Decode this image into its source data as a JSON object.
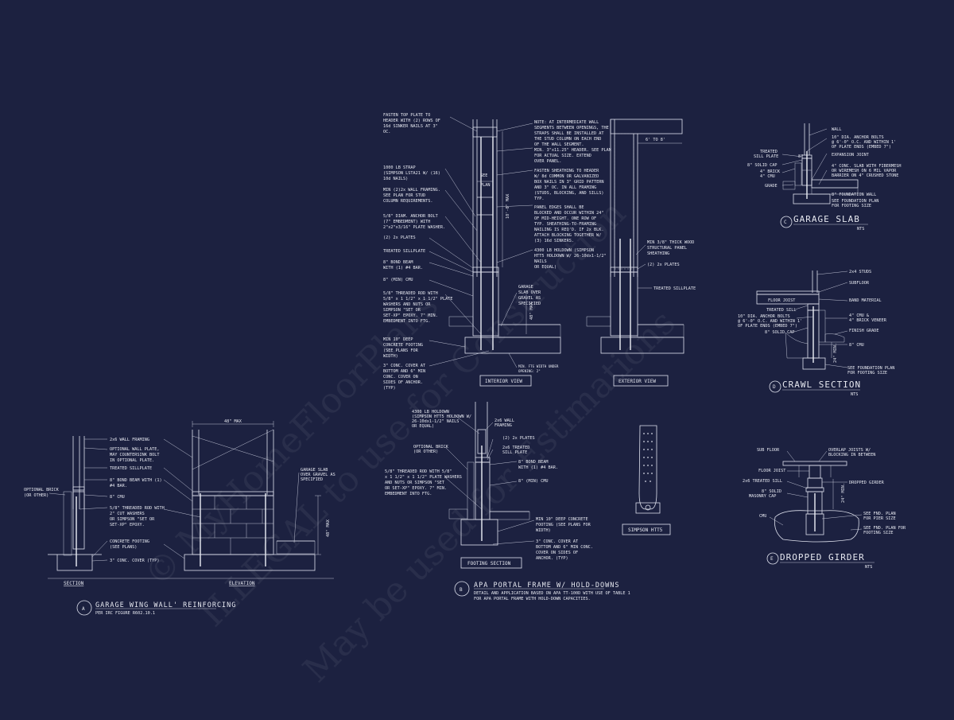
{
  "watermark": {
    "line1": "© MyHomeFloorPlans",
    "line2": "ILLEGAL to use for Construction",
    "line3": "May be used for Estimations"
  },
  "detail_a": {
    "marker": "A",
    "title": "GARAGE WING WALL' REINFORCING",
    "subtitle": "PER IRC FIGURE R602.10.1",
    "section_label": "SECTION",
    "elevation_label": "ELEVATION",
    "dim_top": "48\" MAX",
    "dim_side": "48\" MAX",
    "notes_left": [
      "OPTIONAL BRICK",
      "(OR OTHER)"
    ],
    "notes": [
      "2x6 WALL FRAMING",
      "OPTIONAL WALL PLATE,",
      "MAY COUNTERSINK BOLT",
      "IN OPTIONAL PLATE.",
      "TREATED SILLPLATE",
      "8\" BOND BEAM WITH (1)",
      "#4 BAR.",
      "8\" CMU",
      "5/8\" THREADED ROD WITH",
      "2\" CUT WASHERS",
      "OR SIMPSON \"SET OR",
      "SET-XP\" EPOXY.",
      "CONCRETE FOOTING",
      "(SEE PLANS)",
      "3\" CONC. COVER (TYP)"
    ],
    "notes_right": [
      "GARAGE SLAB",
      "OVER GRAVEL AS",
      "SPECIFIED"
    ]
  },
  "detail_b": {
    "marker": "B",
    "title": "APA PORTAL FRAME W/ HOLD-DOWNS",
    "desc1": "DETAIL AND APPLICATION BASED ON APA TT-100D WITH USE OF TABLE 1",
    "desc2": "FOR APA PORTAL FRAME WITH HOLD-DOWN CAPACITIES.",
    "interior_view": "INTERIOR VIEW",
    "exterior_view": "EXTERIOR VIEW",
    "footing_section": "FOOTING SECTION",
    "simpson": "SIMPSON HTT5",
    "dim_height": "10'-0\" MAX",
    "dim_48": "48\" MAX",
    "dim_see_plan": [
      "SEE",
      "PLAN"
    ],
    "dim_6to8": "6' TO 8'",
    "left_notes": [
      "FASTEN TOP PLATE TO",
      "HEADER WITH (2) ROWS OF",
      "16d SINKER NAILS AT 3\"",
      "OC.",
      "",
      "1000 LB STRAP",
      "(SIMPSON LSTA21 W/ (16)",
      "10d NAILS)",
      "",
      "MIN (2)2x WALL FRAMING.",
      "SEE PLAN FOR STUD",
      "COLUMN REQUIREMENTS.",
      "",
      "5/8\" DIAM. ANCHOR BOLT",
      "(7\" EMBEDMENT) WITH",
      "2\"x2\"x3/16\" PLATE WASHER.",
      "",
      "(2) 2x PLATES",
      "",
      "TREATED SILLPLATE",
      "",
      "8\" BOND BEAM",
      "WITH (1) #4 BAR.",
      "",
      "8\" (MIN) CMU",
      "",
      "5/8\" THREADED ROD WITH",
      "5/8\" x 1 1/2\" x 1 1/2\" PLATE",
      "WASHERS AND NUTS OR",
      "SIMPSON \"SET OR",
      "SET-XP\" EPOXY. 7\" MIN.",
      "EMBEDMENT INTO FTG.",
      "",
      "MIN 10\" DEEP",
      "CONCRETE FOOTING",
      "(SEE PLANS FOR",
      "WIDTH)",
      "",
      "3\" CONC. COVER AT",
      "BOTTOM AND 6\" MIN",
      "CONC. COVER ON",
      "SIDES OF ANCHOR.",
      "(TYP)"
    ],
    "mid_notes": [
      "NOTE: AT INTERMEDIATE WALL",
      "SEGMENTS BETWEEN OPENINGS, THE",
      "STRAPS SHALL BE INSTALLED AT",
      "THE STUD COLUMN ON EACH END",
      "OF THE WALL SEGMENT.",
      "",
      "MIN. 3\"x11.25\" HEADER. SEE PLAN",
      "FOR ACTUAL SIZE. EXTEND",
      "OVER PANEL.",
      "",
      "FASTEN SHEATHING TO HEADER",
      "W/ 8d COMMON OR GALVANIZED",
      "BOX NAILS IN 3\" GRID PATTERN",
      "AND 3\" OC. IN ALL FRAMING",
      "(STUDS, BLOCKING, AND SILLS)",
      "TYP.",
      "",
      "PANEL EDGES SHALL BE",
      "BLOCKED AND OCCUR WITHIN 24\"",
      "OF MID-HEIGHT. ONE ROW OF",
      "TYP. SHEATHING-TO-FRAMING",
      "NAILING IS REQ'D. IF 2x BLK.",
      "ATTACH BLOCKING TOGETHER W/",
      "(3) 16d SINKERS.",
      "",
      "4300 LB HOLDOWN (SIMPSON",
      "HTT5 HOLDOWN W/ 26-10dx1-1/2\"",
      "NAILS",
      "OR EQUAL)"
    ],
    "garage_slab": [
      "GARAGE",
      "SLAB OVER",
      "GRAVEL AS",
      "SPECIFIED"
    ],
    "min_ftg": [
      "MIN. FTG WIDTH UNDER",
      "OPENING: 2\""
    ],
    "ext_notes": [
      "MIN 3/8\" THICK WOOD",
      "STRUCTURAL PANEL",
      "SHEATHING",
      "",
      "(2) 2x PLATES",
      "",
      "",
      "TREATED SILLPLATE"
    ],
    "ftg_left_notes": [
      "4300 LB HOLDOWN",
      "(SIMPSON HTT5 HOLDOWN W/",
      "26-10dx1-1/2\" NAILS",
      "OR EQUAL)",
      "",
      "",
      "OPTIONAL BRICK",
      "(OR OTHER)",
      "",
      "",
      "5/8\" THREADED ROD WITH 5/8\"",
      "x 1 1/2\" x 1 1/2\" PLATE WASHERS",
      "AND NUTS OR SIMPSON \"SET",
      "OR SET-XP\" EPOXY. 7\" MIN.",
      "EMBEDMENT INTO FTG."
    ],
    "ftg_right_notes": [
      "2x6 WALL",
      "FRAMING",
      "",
      "(2) 2x PLATES",
      "",
      "2x6 TREATED",
      "SILL PLATE",
      "",
      "8\" BOND BEAM",
      "WITH (1) #4 BAR.",
      "",
      "8\" (MIN) CMU"
    ],
    "ftg_bottom_notes": [
      "MIN 10\" DEEP CONCRETE",
      "FOOTING (SEE PLANS FOR",
      "WIDTH)",
      "",
      "3\" CONC. COVER AT",
      "BOTTOM AND 6\" MIN CONC.",
      "COVER ON SIDES OF",
      "ANCHOR. (TYP)"
    ]
  },
  "detail_c": {
    "marker": "C",
    "title": "GARAGE SLAB",
    "nts": "NTS",
    "notes_left": [
      "TREATED",
      "SILL PLATE",
      "",
      "8\" SOLID CAP",
      "",
      "4\" BRICK",
      "4\" CMU",
      "",
      "GRADE"
    ],
    "notes_right": [
      "WALL",
      "",
      "10\" DIA. ANCHOR BOLTS",
      "@ 6'-0\" O.C. AND WITHIN 1'",
      "OF PLATE ENDS (EMBED 7\")",
      "",
      "EXPANSION JOINT",
      "",
      "4\" CONC. SLAB WITH FIBERMESH",
      "OR WIREMESH ON 6 MIL VAPOR",
      "BARRIER ON 4\" CRUSHED STONE",
      "",
      "",
      "8\" FOUNDATION WALL",
      "SEE FOUNDATION PLAN",
      "FOR FOOTING SIZE"
    ],
    "dim": "8\""
  },
  "detail_d": {
    "marker": "D",
    "title": "CRAWL SECTION",
    "nts": "NTS",
    "notes_left": [
      "FLOOR JOIST",
      "",
      "TREATED SILL",
      "10\" DIA. ANCHOR BOLTS",
      "@ 6'-0\" O.C. AND WITHIN 1'",
      "OF PLATE ENDS (EMBED 7\")",
      "8\" SOLID CAP"
    ],
    "notes_right": [
      "2x4 STUDS",
      "",
      "SUBFLOOR",
      "",
      "",
      "BAND MATERIAL",
      "",
      "",
      "4\" CMU &",
      "4\" BRICK VENEER",
      "",
      "FINISH GRADE",
      "",
      "",
      "8\" CMU",
      "",
      "",
      "",
      "SEE FOUNDATION PLAN",
      "FOR FOOTING SIZE"
    ],
    "dim": "24\" MIN."
  },
  "detail_e": {
    "marker": "E",
    "title": "DROPPED GIRDER",
    "nts": "NTS",
    "notes_left": [
      "SUB FLOOR",
      "",
      "",
      "FLOOR JOIST",
      "",
      "2x6 TREATED SILL",
      "",
      "8\" SOLID",
      "MASONRY CAP",
      "",
      "",
      "CMU"
    ],
    "notes_right": [
      "OVERLAP JOISTS W/",
      "BLOCKING IN BETWEEN",
      "",
      "",
      "DROPPED GIRDER",
      "",
      "",
      "SEE FND. PLAN",
      "FOR PIER SIZE",
      "",
      "SEE FND. PLAN FOR",
      "FOOTING SIZE"
    ],
    "dim": "24\" MIN."
  }
}
